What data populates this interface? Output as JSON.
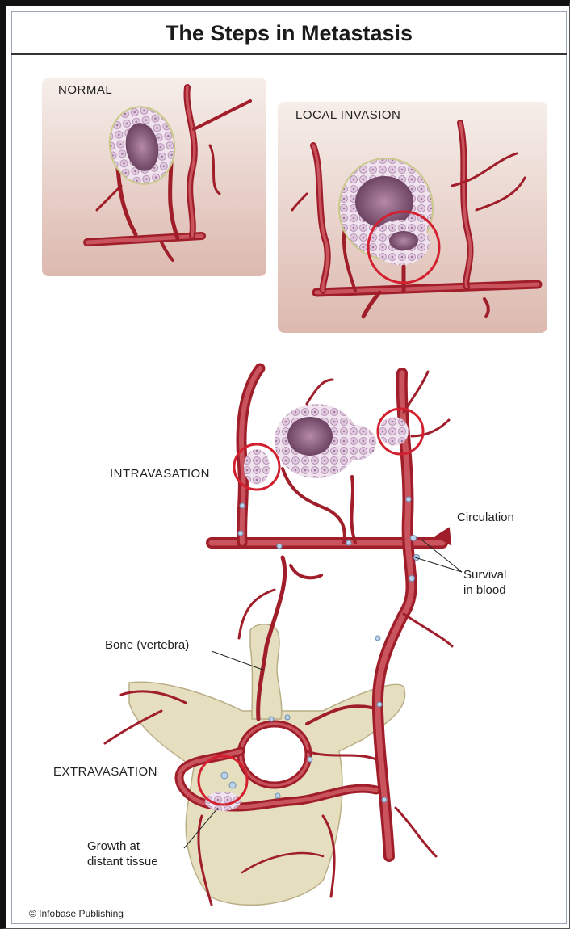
{
  "title": "The Steps in Metastasis",
  "labels": {
    "normal": "NORMAL",
    "local_invasion": "LOCAL INVASION",
    "intravasation": "INTRAVASATION",
    "circulation": "Circulation",
    "survival_line1": "Survival",
    "survival_line2": "in blood",
    "bone": "Bone (vertebra)",
    "extravasation": "EXTRAVASATION",
    "growth_line1": "Growth at",
    "growth_line2": "distant tissue"
  },
  "copyright": "© Infobase Publishing",
  "colors": {
    "vessel": "#a01d2a",
    "vessel_fill": "#b8434d",
    "circle": "#d3202f",
    "bone": "#e6dfbf",
    "tumor": "#7d5470",
    "cell": "#e6cfe5",
    "panel_bg": "#e9cfc6"
  }
}
